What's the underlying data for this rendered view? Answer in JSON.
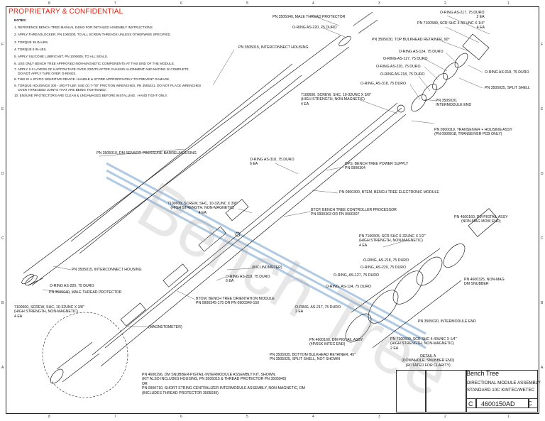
{
  "header": {
    "proprietary": "PROPRIETARY & CONFIDENTIAL"
  },
  "zones": {
    "top": [
      "8",
      "7",
      "6",
      "5",
      "4",
      "3",
      "2",
      "1"
    ],
    "side": [
      "F",
      "E",
      "D",
      "C",
      "B",
      "A"
    ]
  },
  "notes": {
    "heading": "NOTES:",
    "items": [
      "1. REFERENCE BENCH TREE MANUAL D4003 FOR DETAILED ASSEMBLY INSTRUCTIONS",
      "2. APPLY THREADLOCKER, PN 1000200, TO ALL SCREW THREADS UNLESS OTHERWISE SPECIFIED.",
      "3. TORQUE 35 IN-LBS.",
      "4. TORQUE 8 IN-LBS.",
      "5. APPLY SILICONE LUBRICANT, PN 1000605, TO ALL SEALS.",
      "6. USE ONLY BENCH TREE APPROVED NON-MAGNETIC COMPONENTS AT THIS END OF THE MODULE.",
      "7. APPLY 2-3 LAYERS OF KAPTON TAPE OVER JOINTS AFTER CHASSIS ALIGNMENT AND MATING IS COMPLETE.\n    DO NOT APPLY TAPE OVER O-RINGS.",
      "8. THIS IS A STATIC SENSITIVE DEVICE. HANDLE & STORE APPROPRIATELY TO PREVENT DAMAGE.",
      "9. TORQUE HOUSINGS 300 - 400 FT-LBF. USE (2) 7-7/8\" FRICTION WRENCHES, PN 3505241. DO NOT PLACE WRENCHES\n    OVER THREADED JOINTS THAT ARE BEING TIGHTENED.",
      "10. ENSURE PROTECTORS ARE CLEAN & UNDAMAGED BEFORE INSTALLING.  HAND TIGHT ONLY."
    ]
  },
  "callouts": [
    "PN 3505040, MALE THREAD PROTECTOR",
    "O-RING AS-220, 75 DURO",
    "PN 3505015, INTERCONNECT HOUSING",
    "O-RING AS-217, 75 DURO\n2 EA",
    "PN 7100589, SCR SHC 4-40 UNC X 1/4\"\n4 EA",
    "PN 3505030, TOP BULKHEAD RETAINER, 90°",
    "O-RING AS-124, 75 DURO",
    "O-RING AS-127, 75 DURO",
    "O-RING AS-220, 75 DURO",
    "O-RING AS-218, 75 DURO",
    "O-RING AS-018, 75 DURO",
    "PN 3505025, SPLIT SHELL",
    "PN 3505020,\nINTERMODULE END",
    "O-RING, AS-318, 75 DURO",
    "7100600, SCREW, SHC, 10-32UNC X 3/8\"\n(HIGH STRENGTH, NON-MAGNETIC)\n4 EA",
    "PN 0900019, TRANSEIVER + HOUSING ASSY\n(PN 0900018, TRANSEIVER PCB ONLY)",
    "PN 3505010, DM SENSOR PRESSURE BARREL/HOUSING",
    "O-RING AS-318, 75 DURO\n6 EA",
    "DPS, BENCH TREE POWER SUPPLY\nPN 0900304",
    "PN 0900300, BTEM, BENCH TREE ELECTRONIC MODULE",
    "7100600, SCREW, SHC, 10-32UNC X 3/8\"\n(HIGH STRENGTH, NON-MAGNETIC)\n4 EA",
    "BTCP, BENCH TREE CONTROLLER PROCESSOR\nPN 0900303 OR PN 0900307",
    "PN 4600160, DM PIGTAIL ASSY\n(NON-MAG MOW END)",
    "PN 7100505, SCR SHC 6-32UNC X 1/2\"\n(HIGH STRENGTH, NON-MAGNETIC)\n4 EA",
    "(INCLINOMETER)",
    "O-RING AS-218, 75 DURO\n6 EA",
    "O-RING, AS-218, 75 DURO",
    "O-RING, AS-220, 75 DURO",
    "PN 4600325, NON-MAG\nDM SNUBBER",
    "PN 3505015, INTERCONNECT HOUSING",
    "O-RING AS-220, 75 DURO",
    "PN 3505040, MALE THREAD PROTECTOR",
    "O-RING, AS-127, 75 DURO",
    "O-RING, AS-124, 75 DURO",
    "7100600, SCREW, SHC, 10-32UNC X 3/8\"\n(HIGH STRENGTH, NON-MAGNETIC)\n4 EA",
    "BTOM, BENCH TREE ORIENTATION MODULE\nPN 0900345-175 OR PN 0900340-150",
    "O-RING, AS-217, 75 DURO\n2 EA",
    "PN 3505020, INTERMODULE END",
    "(MAGNETOMETER)",
    "PN 4600160, DM PIGTAIL ASSY\n(4P/6SK INTEC END)",
    "PN 7100500, SCR SHC 4-40UNC X 1/4\"\n(HIGH STRENGTH, NON-MAGNETIC)\n2 EA",
    "PN 3505035, BOTTOM BULKHEAD RETAINER, 45°\nPN 3505025, SPLIT SHELL, NOT SHOWN",
    "DETAIL A\n(DOWNHOLE, SNUBBER END)\n(ROTATED FOR CLARITY)",
    "PN 4600296, DM SNUBBER-PIGTAIL-INTERMODULE ASSEMBLY KIT, SHOWN.\n(KIT ALSO INCLUDES HOUSING, PN 3505015 & THREAD PROTECTOR PN 3505040)\n              OR\nPN 0900710, SHORT STRING CENTRALIZER INTERMODULE ASSEMBLY, NON-MAGNETIC, DM\n(INCLUDES THREAD PROTECTOR 3505039)"
  ],
  "title_block": {
    "company": "Bench Tree",
    "title_line1": "DIRECTIONAL MODULE ASSEMBLY",
    "title_line2": "STANDARD 10C KINTEC/WETEC",
    "size": "C",
    "dwg_no": "4600150AD",
    "rev": "C"
  },
  "watermark": "Bench Tree",
  "colors": {
    "proprietary": "#d21",
    "stripe": "#9fc0de",
    "ink": "#111"
  }
}
